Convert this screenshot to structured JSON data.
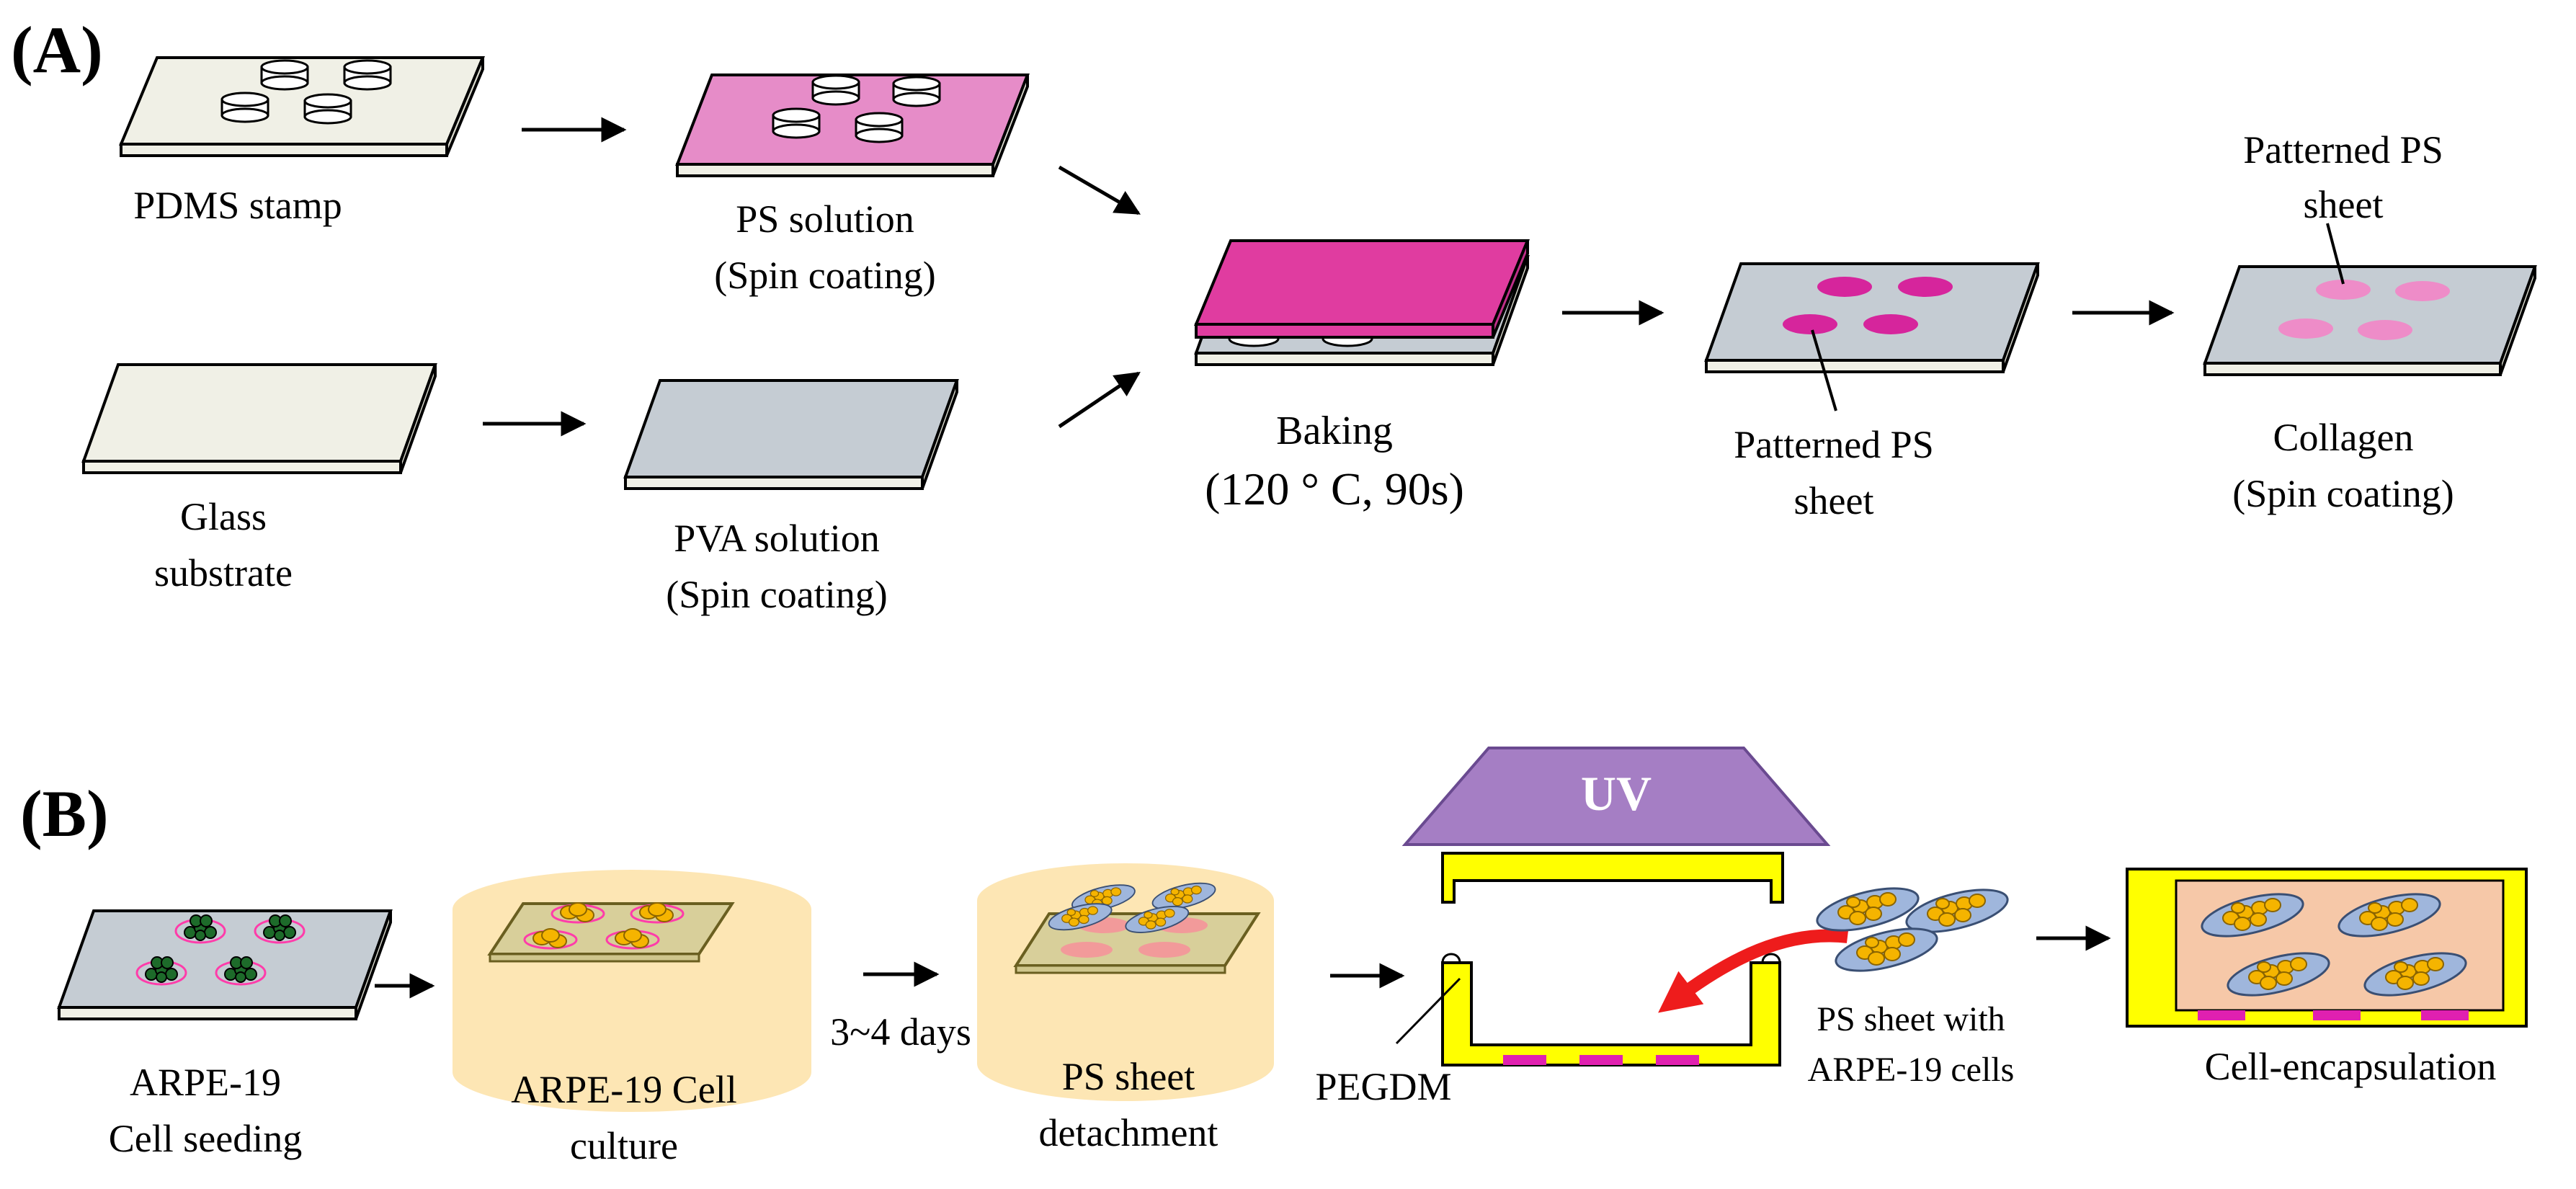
{
  "panel_a": {
    "tag": "(A)",
    "pdms_stamp": "PDMS stamp",
    "ps_solution_1": "PS solution",
    "ps_solution_2": "(Spin coating)",
    "glass_1": "Glass",
    "glass_2": "substrate",
    "pva_1": "PVA solution",
    "pva_2": "(Spin coating)",
    "baking_1": "Baking",
    "baking_2": "(120 ° C, 90s)",
    "patterned_1": "Patterned PS",
    "patterned_2": "sheet",
    "collagen_top_1": "Patterned PS",
    "collagen_top_2": "sheet",
    "collagen_1": "Collagen",
    "collagen_2": "(Spin coating)"
  },
  "panel_b": {
    "tag": "(B)",
    "seeding_1": "ARPE-19",
    "seeding_2": "Cell seeding",
    "culture_1": "ARPE-19 Cell",
    "culture_2": "culture",
    "days": "3~4 days",
    "detach_1": "PS sheet",
    "detach_2": "detachment",
    "uv": "UV",
    "pegdm": "PEGDM",
    "ps_cells_1": "PS sheet with",
    "ps_cells_2": "ARPE-19 cells",
    "encapsulation": "Cell-encapsulation"
  },
  "colors": {
    "pdms_stamp": "#f0f0e6",
    "ps_pink": "#e68cc8",
    "ps_magenta": "#e03ca0",
    "pva_gray": "#c5ccd3",
    "spot_magenta": "#d6259c",
    "spot_pink": "#ee8cc8",
    "cylinder": "#fde6b4",
    "uv_purple": "#a57ec4",
    "mold_yellow": "#ffff00",
    "chamber_peach": "#f6c8a8",
    "red_arrow": "#ee1c1c",
    "cell_orange": "#f5b400",
    "ps_sheet_blue": "#9fb6dc"
  }
}
